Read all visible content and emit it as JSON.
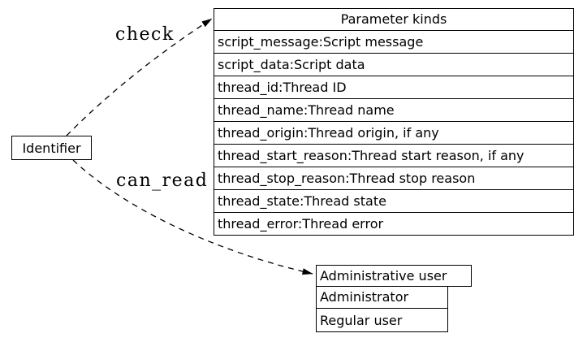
{
  "nodes": {
    "identifier": {
      "label": "Identifier"
    },
    "parameter_kinds": {
      "title": "Parameter kinds",
      "rows": [
        "script_message:Script message",
        "script_data:Script data",
        "thread_id:Thread ID",
        "thread_name:Thread name",
        "thread_origin:Thread origin, if any",
        "thread_start_reason:Thread start reason, if any",
        "thread_stop_reason:Thread stop reason",
        "thread_state:Thread state",
        "thread_error:Thread error"
      ]
    },
    "user_kinds": {
      "rows": [
        "Administrative user",
        "Administrator",
        "Regular user"
      ]
    }
  },
  "edges": {
    "check": {
      "label": "check",
      "from": "Identifier",
      "to": "Parameter kinds"
    },
    "can_read": {
      "label": "can_read",
      "from": "Identifier",
      "to": "Administrative user"
    }
  },
  "colors": {
    "background": "#ffffff",
    "line": "#000000",
    "text": "#000000"
  }
}
